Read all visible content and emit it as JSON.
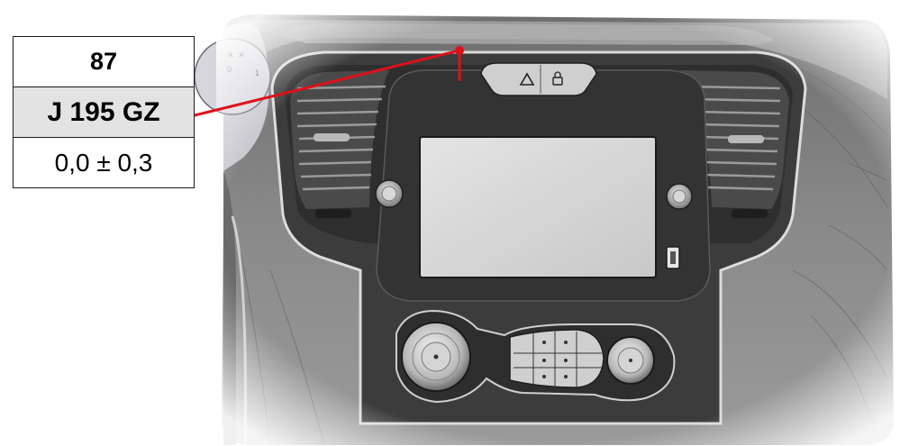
{
  "callout": {
    "reference_number": "87",
    "point_code": "J 195 GZ",
    "tolerance": "0,0 ± 0,3"
  },
  "colors": {
    "leader_line": "#e0101a",
    "table_border": "#1a1a1a",
    "code_row_background": "#e3e3e3",
    "dashboard_dark": "#3a3a3a",
    "dashboard_mid": "#8c8c8c",
    "screen": "#dcdcdc"
  },
  "icons": {
    "hazard_button": "warning-triangle-icon",
    "lock_button": "lock-icon"
  }
}
